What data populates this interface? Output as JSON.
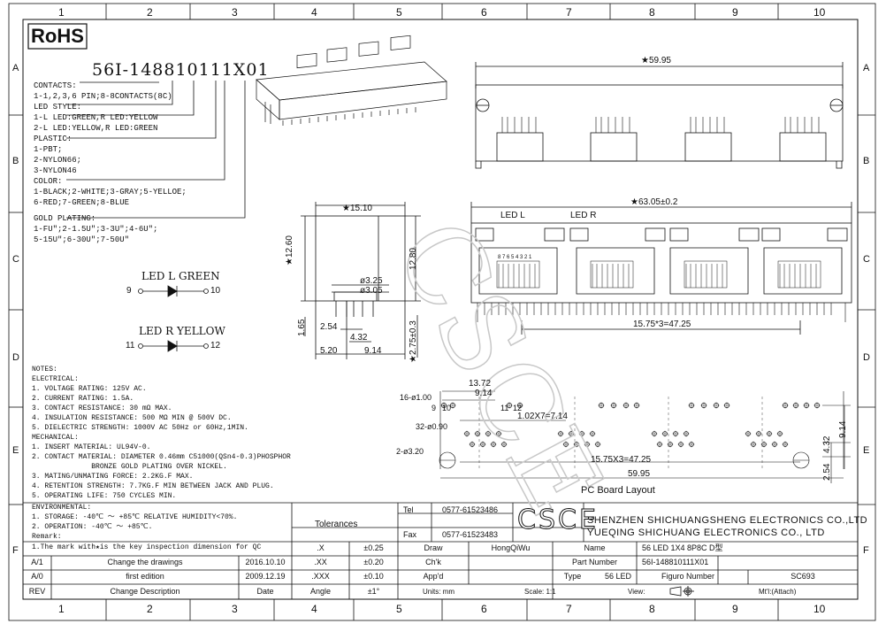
{
  "frame": {
    "columns": [
      "1",
      "2",
      "3",
      "4",
      "5",
      "6",
      "7",
      "8",
      "9",
      "10"
    ],
    "rows": [
      "A",
      "B",
      "C",
      "D",
      "E",
      "F"
    ]
  },
  "rohs": "RoHS",
  "part_code": {
    "code": "56I-148810111X01",
    "contacts_label": "CONTACTS:",
    "contacts_values": [
      "1-1,2,3,6 PIN;8-8CONTACTS(8C)"
    ],
    "led_style_label": "LED STYLE:",
    "led_style_values": [
      "1-L LED:GREEN,R LED:YELLOW",
      "2-L LED:YELLOW,R LED:GREEN"
    ],
    "plastic_label": "PLASTIC:",
    "plastic_values": [
      "1-PBT;",
      "2-NYLON66;",
      "3-NYLON46"
    ],
    "color_label": "COLOR:",
    "color_values": [
      "1-BLACK;2-WHITE;3-GRAY;5-YELLOE;",
      "6-RED;7-GREEN;8-BLUE"
    ],
    "gold_label": "GOLD PLATING:",
    "gold_values": [
      "1-FU\";2-1.5U\";3-3U\";4-6U\";",
      "5-15U\";6-30U\";7-50U\""
    ]
  },
  "leds": {
    "l_label": "LED L GREEN",
    "l_pins": [
      "9",
      "10"
    ],
    "r_label": "LED R YELLOW",
    "r_pins": [
      "11",
      "12"
    ]
  },
  "notes": {
    "title": "NOTES:",
    "electrical_label": "ELECTRICAL:",
    "electrical": [
      "1. VOLTAGE RATING: 125V AC.",
      "2. CURRENT RATING: 1.5A.",
      "3. CONTACT RESISTANCE: 30 mΩ MAX.",
      "4. INSULATION RESISTANCE: 500 MΩ MIN @ 500V DC.",
      "5. DIELECTRIC STRENGTH: 1000V AC 50Hz or 60Hz,1MIN."
    ],
    "mechanical_label": "MECHANICAL:",
    "mechanical": [
      "1. INSERT MATERIAL: UL94V-0.",
      "2. CONTACT MATERIAL: DIAMETER 0.46mm C51000(QSn4-0.3)PHOSPHOR",
      "              BRONZE GOLD PLATING OVER NICKEL.",
      "3. MATING/UNMATING FORCE: 2.2KG.F MAX.",
      "4. RETENTION STRENGTH: 7.7KG.F MIN BETWEEN JACK AND PLUG.",
      "5. OPERATING LIFE: 750 CYCLES MIN."
    ],
    "environmental_label": "ENVIRONMENTAL:",
    "environmental": [
      "1. STORAGE: -40℃ ～ +85℃ RELATIVE HUMIDITY<70%.",
      "2. OPERATION: -40℃ ～ +85℃."
    ],
    "remark_label": "Remark:",
    "remark": "1.The mark with★is the key inspection dimension for QC"
  },
  "dimensions": {
    "top_width": "★59.95",
    "front_width": "★63.05±0.2",
    "led_l": "LED L",
    "led_r": "LED R",
    "pin_numbers": "8 7 6 5 4 3 2 1",
    "pitch_front": "15.75*3=47.25",
    "side_width": "★15.10",
    "side_h1": "★12.60",
    "side_h2": "12.80",
    "hole1": "ø3.25",
    "hole2": "ø3.05",
    "side_254": "2.54",
    "side_432": "4.32",
    "side_165": "1.65",
    "side_520": "5.20",
    "side_914": "9.14",
    "side_275": "★2.75±0.3",
    "pcb_1372": "13.72",
    "pcb_914": "9.14",
    "pcb_16": "16-ø1.00",
    "pcb_102": "1.02X7=7.14",
    "pcb_32": "32-ø0.90",
    "pcb_2": "2-ø3.20",
    "pcb_pitch": "15.75X3=47.25",
    "pcb_total": "59.95",
    "pcb_r914": "9.14",
    "pcb_r432": "4.32",
    "pcb_r254": "2.54",
    "pcb_pins": [
      "9",
      "10",
      "11",
      "12"
    ],
    "pcb_title": "PC Board Layout",
    "watermark": "CSCE"
  },
  "title_block": {
    "tolerances": "Tolerances",
    "tel_label": "Tel",
    "tel": "0577-61523486",
    "fax_label": "Fax",
    "fax": "0577-61523483",
    "logo": "CSCE",
    "company_cn": "SHENZHEN SHICHUANGSHENG ELECTRONICS CO.,LTD",
    "company_yq": "YUEQING SHICHUANG ELECTRONICS CO., LTD",
    "tol_rows": [
      {
        "k": ".X",
        "v": "±0.25"
      },
      {
        "k": ".XX",
        "v": "±0.20"
      },
      {
        "k": ".XXX",
        "v": "±0.10"
      },
      {
        "k": "Angle",
        "v": "±1°"
      }
    ],
    "draw_label": "Draw",
    "draw_value": "HongQiWu",
    "chk_label": "Ch'k",
    "appd_label": "App'd",
    "units_label": "Units: mm",
    "name_label": "Name",
    "name_value": "56 LED 1X4 8P8C D型",
    "part_number_label": "Part Number",
    "part_number": "56I-148810111X01",
    "type_label": "Type",
    "type_value": "56 LED",
    "figure_label": "Figuro Number",
    "figure_value": "SC693",
    "scale_label": "Scale: 1:1",
    "view_label": "View:",
    "mtl_label": "Mt'l:(Attach)",
    "revisions": [
      {
        "rev": "A/1",
        "desc": "Change the drawings",
        "date": "2016.10.10"
      },
      {
        "rev": "A/0",
        "desc": "first edition",
        "date": "2009.12.19"
      }
    ],
    "rev_header": "REV",
    "desc_header": "Change Description",
    "date_header": "Date"
  }
}
